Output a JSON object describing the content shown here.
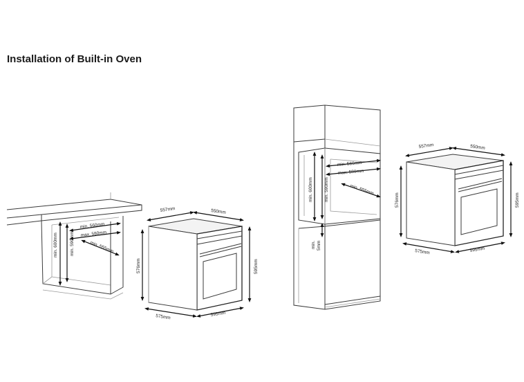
{
  "title": "Installation of Built-in Oven",
  "labels": {
    "min560": "min. 560mm",
    "max580": "max. 580mm",
    "min555": "min. 555mm",
    "min600": "min. 600mm",
    "min590": "min. 590mm",
    "min5": "min. 5mm",
    "d557": "557mm",
    "d550": "550mm",
    "d576": "576mm",
    "d595": "595mm",
    "d575": "575mm",
    "d595b": "595mm"
  }
}
